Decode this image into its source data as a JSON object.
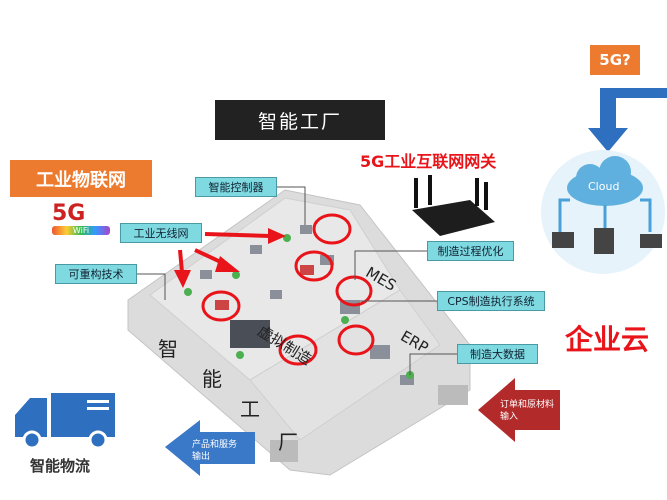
{
  "title": "智能工厂",
  "iot_label": "工业物联网",
  "logo_5g": {
    "main": "5G",
    "sub": "WiFi"
  },
  "tags": {
    "controller": "智能控制器",
    "wireless": "工业无线网",
    "reconfig": "可重构技术",
    "process_opt": "制造过程优化",
    "cps": "CPS制造执行系统",
    "big_data": "制造大数据"
  },
  "gateway_label": "5G工业互联网网关",
  "five_g_question": "5G?",
  "cloud_label": "Cloud",
  "enterprise_cloud": "企业云",
  "factory_text": {
    "c1": "智",
    "c2": "能",
    "c3": "工",
    "c4": "厂",
    "virtual": "虚拟制造",
    "mes": "MES",
    "erp": "ERP"
  },
  "logistics_label": "智能物流",
  "output_arrow": "产品和服务输出",
  "input_arrow": "订单和原材料输入",
  "colors": {
    "orange": "#ec7b30",
    "red": "#e8141a",
    "blue": "#2f6fc0",
    "cyan": "#7fd9e0",
    "darkred": "#b22a2a"
  }
}
